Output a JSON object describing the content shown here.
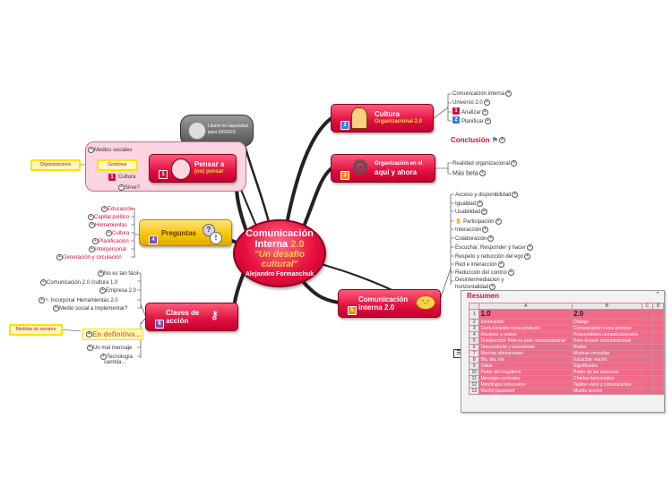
{
  "central": {
    "line1": "Comunicación",
    "line2a": "Interna ",
    "line2b": "2.0",
    "line3": "\"Un desafío",
    "line4": "cultural\"",
    "author": "Alejandro Formanchuk"
  },
  "cultura": {
    "title": "Cultura",
    "subtitle": "Organizacional 2.0",
    "badge": "2",
    "items": [
      "Comunicación interna",
      "Universo 2.0",
      "Analizar",
      "Planificar"
    ],
    "badges": [
      "1",
      "2"
    ],
    "conclusion": "Conclusión"
  },
  "aqui": {
    "line1": "Organización en el",
    "line2": "aquí y ahora",
    "badge": "3",
    "items": [
      "Realidad organizacional",
      "Más beta"
    ]
  },
  "interna": {
    "line1": "Comunicación",
    "line2": "interna 2.0",
    "badge": "5",
    "bubble": "\"...\"",
    "items": [
      "Acceso y disponibilidad",
      "Igualdad",
      "Usabilidad",
      "Participación",
      "Interacción",
      "Colaboración",
      "Escuchar, Responder y hacer",
      "Respeto y reducción del ego",
      "Red e interacción",
      "Reducción del control",
      "Desintermediacion y horizontalidad"
    ]
  },
  "pensar": {
    "line1": "Pensar a",
    "line2": "(no) pensar",
    "badge": "1",
    "items": [
      "Medios sociales",
      "Gestionar",
      "Cultura",
      "Sirve?"
    ],
    "note": "Organizaciones"
  },
  "cloud": {
    "line1": "Liberé mi capacidad",
    "line2": "para SIGNOS"
  },
  "preguntas": {
    "title": "Preguntas",
    "badge": "4",
    "items": [
      "Educación",
      "Capital político",
      "Herramientas",
      "Cultura",
      "Planificación",
      "Interpersonal",
      "Generación y circulación"
    ]
  },
  "claves": {
    "line1": "Claves de",
    "line2": "acción",
    "badge": "6",
    "items": [
      "No es tan fácil",
      "Comunicación 2.0 /cultura 1.0",
      "Empresa 2.0",
      "Incorporar Herramientas 2.0",
      "Medio social a implementar?",
      "En definitiva...",
      "Un mal mensaje",
      "Tecnología",
      "cambia..."
    ],
    "note": "Medidas de siempre"
  },
  "resumen": {
    "title": "Resumen",
    "cols": [
      "A",
      "B",
      "C",
      "D"
    ],
    "rows": [
      [
        "1.0",
        "2.0"
      ],
      [
        "Información",
        "Diálogo"
      ],
      [
        "Comunicación como producto",
        "Comunicación como proceso"
      ],
      [
        "Receptor y emisor",
        "Prosumidores comunicacionales"
      ],
      [
        "Unidirección: Peer-to-peer comunicacional",
        "Peer-to-peer comunicacional"
      ],
      [
        "Descendente y ascendente",
        "Redes"
      ],
      [
        "Muchas afirmaciones",
        "Muchas consultas"
      ],
      [
        "Bla, bla, bla",
        "Escuchar mucho"
      ],
      [
        "Datos",
        "Significados"
      ],
      [
        "Poder del megáfono",
        "Poder de las neuronas"
      ],
      [
        "Mensajes verticales",
        "Charlas horizontales"
      ],
      [
        "Monólogos informativo",
        "Tejidos vivos y comunicantes"
      ],
      [
        "Mucho password",
        "Mucho acceso"
      ]
    ]
  },
  "colors": {
    "accent": "#e01040",
    "yellow": "#f5c400",
    "pink": "#fdd4df"
  }
}
